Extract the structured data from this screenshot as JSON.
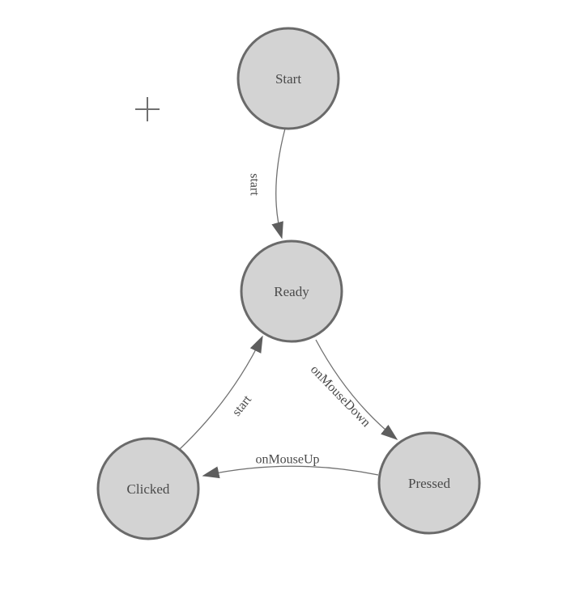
{
  "diagram": {
    "kind": "state-machine",
    "colors": {
      "background": "#ffffff",
      "node_fill": "#d3d3d3",
      "node_stroke": "#6a6a6a",
      "edge_stroke": "#707070",
      "arrowhead_fill": "#5e5e5e",
      "label_text": "#4a4a4a"
    },
    "nodes": [
      {
        "id": "start",
        "label": "Start"
      },
      {
        "id": "ready",
        "label": "Ready"
      },
      {
        "id": "clicked",
        "label": "Clicked"
      },
      {
        "id": "pressed",
        "label": "Pressed"
      }
    ],
    "edges": [
      {
        "from": "start",
        "to": "ready",
        "label": "start"
      },
      {
        "from": "ready",
        "to": "pressed",
        "label": "onMouseDown"
      },
      {
        "from": "pressed",
        "to": "clicked",
        "label": "onMouseUp"
      },
      {
        "from": "clicked",
        "to": "ready",
        "label": "start"
      }
    ],
    "icons": [
      {
        "name": "origin-crosshair-icon"
      }
    ]
  }
}
